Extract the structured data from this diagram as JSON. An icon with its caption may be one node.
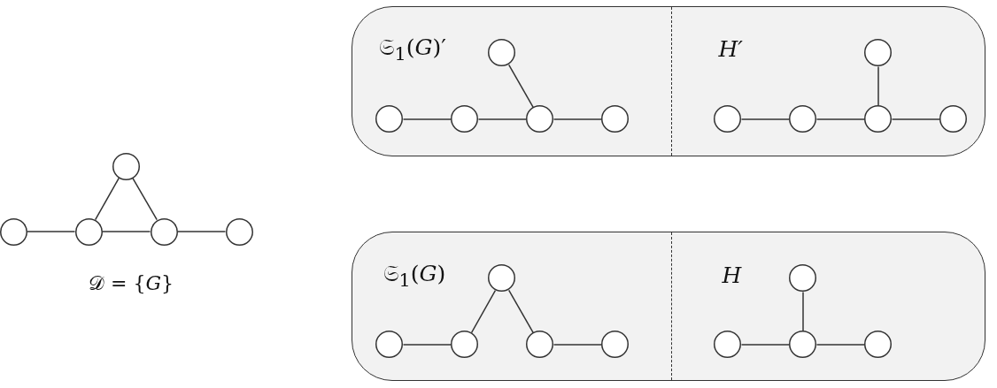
{
  "diagram": {
    "nodes": [
      {
        "text": [],
        "shape": "circle"
      },
      {
        "text": [],
        "shape": "circle"
      },
      {
        "text": [],
        "shape": "circle"
      },
      {
        "text": [],
        "shape": "circle"
      },
      {
        "text": [],
        "shape": "circle"
      },
      {
        "text": [
          "𝔖$_{1}$(*G*)′",
          "H′"
        ]
      },
      {
        "text": [],
        "shape": "circle",
        "in": 5
      },
      {
        "text": [],
        "shape": "circle",
        "in": 5
      },
      {
        "text": [],
        "shape": "circle",
        "in": 5
      },
      {
        "text": [],
        "shape": "circle",
        "in": 5
      },
      {
        "text": [],
        "shape": "circle",
        "in": 5
      },
      {
        "text": [],
        "shape": "circle",
        "in": 5
      },
      {
        "text": [],
        "shape": "circle",
        "in": 5
      },
      {
        "text": [],
        "shape": "circle",
        "in": 5
      },
      {
        "text": [],
        "shape": "circle",
        "in": 5
      },
      {
        "text": [],
        "shape": "circle",
        "in": 5
      },
      {
        "text": [
          "𝔖$_{1}$(*G*)",
          "H"
        ]
      },
      {
        "text": [],
        "shape": "circle",
        "in": 16
      },
      {
        "text": [],
        "shape": "circle",
        "in": 16
      },
      {
        "text": [],
        "shape": "circle",
        "in": 16
      },
      {
        "text": [],
        "shape": "circle",
        "in": 16
      },
      {
        "text": [],
        "shape": "circle",
        "in": 16
      },
      {
        "text": [],
        "shape": "circle",
        "in": 16
      },
      {
        "text": [],
        "shape": "circle",
        "in": 16
      },
      {
        "text": [],
        "shape": "circle",
        "in": 16
      },
      {
        "text": [],
        "shape": "circle",
        "in": 16
      }
    ],
    "edges": [
      {
        "from": 1,
        "to": 2,
        "arrow": "none"
      },
      {
        "from": 2,
        "to": 3,
        "arrow": "none"
      },
      {
        "from": 3,
        "to": 4,
        "arrow": "none"
      },
      {
        "from": 0,
        "to": 2,
        "arrow": "none"
      },
      {
        "from": 0,
        "to": 3,
        "arrow": "none"
      },
      {
        "from": 7,
        "to": 8,
        "arrow": "none"
      },
      {
        "from": 8,
        "to": 9,
        "arrow": "none"
      },
      {
        "from": 9,
        "to": 10,
        "arrow": "none"
      },
      {
        "from": 6,
        "to": 9,
        "arrow": "none"
      },
      {
        "from": 12,
        "to": 13,
        "arrow": "none"
      },
      {
        "from": 13,
        "to": 14,
        "arrow": "none"
      },
      {
        "from": 14,
        "to": 15,
        "arrow": "none"
      },
      {
        "from": 11,
        "to": 14,
        "arrow": "none"
      },
      {
        "from": 18,
        "to": 19,
        "arrow": "none"
      },
      {
        "from": 20,
        "to": 21,
        "arrow": "none"
      },
      {
        "from": 17,
        "to": 19,
        "arrow": "none"
      },
      {
        "from": 17,
        "to": 20,
        "arrow": "none"
      },
      {
        "from": 23,
        "to": 24,
        "arrow": "none"
      },
      {
        "from": 24,
        "to": 25,
        "arrow": "none"
      },
      {
        "from": 22,
        "to": 24,
        "arrow": "none"
      }
    ],
    "labels": [
      "𝒟 = {*G*}"
    ]
  }
}
